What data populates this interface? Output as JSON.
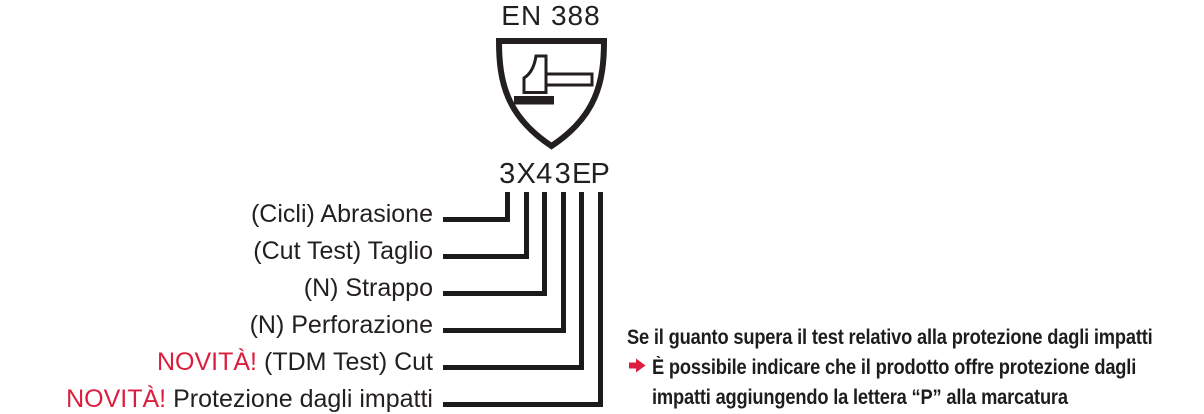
{
  "diagram": {
    "standard": "EN 388",
    "code": "3X43EP",
    "icon": "shield-with-hammer"
  },
  "labels": [
    {
      "prefix": "",
      "text": "(Cicli) Abrasione"
    },
    {
      "prefix": "",
      "text": "(Cut Test) Taglio"
    },
    {
      "prefix": "",
      "text": "(N) Strappo"
    },
    {
      "prefix": "",
      "text": "(N) Perforazione"
    },
    {
      "prefix": "NOVITÀ!",
      "text": "(TDM Test) Cut"
    },
    {
      "prefix": "NOVITÀ!",
      "text": "Protezione dagli impatti"
    }
  ],
  "note": {
    "heading": "Se il guanto supera il test relativo alla protezione dagli impatti",
    "bullet_icon": "red-right-arrow",
    "bullet_lines": [
      "È possibile indicare che il prodotto offre protezione dagli",
      "impatti aggiungendo la lettera “P” alla marcatura"
    ]
  },
  "colors": {
    "ink": "#231f20",
    "accent_red": "#dc1e3e",
    "line_black": "#1b1b1b"
  }
}
